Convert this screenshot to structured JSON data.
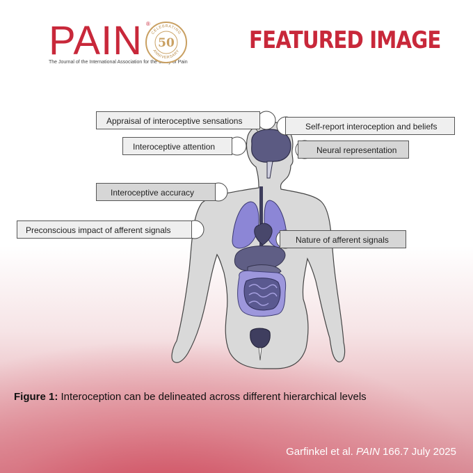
{
  "header": {
    "logo_text": "PAIN",
    "logo_reg": "®",
    "journal_subtitle": "The Journal of the International Association for the Study of Pain",
    "badge_top": "CELEBRATING",
    "badge_number": "50",
    "badge_bottom": "ANNIVERSARY",
    "title": "FEATURED IMAGE"
  },
  "figure": {
    "labels": [
      "Appraisal of interoceptive sensations",
      "Self-report interoception and beliefs",
      "Interoceptive attention",
      "Neural representation",
      "Interoceptive accuracy",
      "Preconscious impact of afferent signals",
      "Nature of afferent signals"
    ],
    "caption_prefix": "Figure 1:",
    "caption_text": " Interoception can be delineated across different hierarchical levels"
  },
  "citation": {
    "authors": "Garfinkel et al. ",
    "journal": "PAIN",
    "details": " 166.7 July 2025"
  },
  "colors": {
    "brand_red": "#c8283a",
    "organ_dark": "#55547a",
    "organ_light": "#8c86d6",
    "body_gray": "#d9d9d9"
  }
}
